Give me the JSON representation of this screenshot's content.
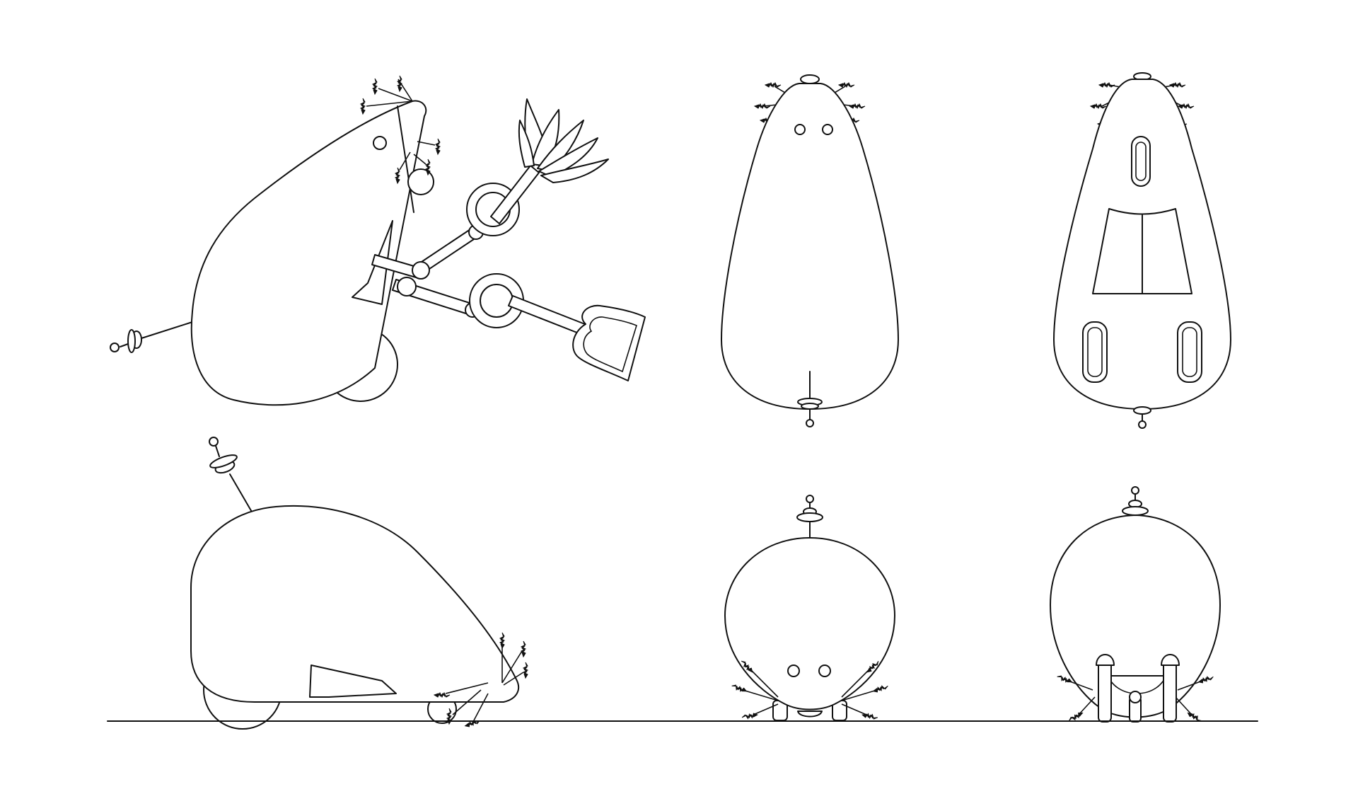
{
  "drawing": {
    "subject": "mole-robot",
    "views": [
      "side-working",
      "top",
      "bottom",
      "side",
      "front",
      "back"
    ],
    "colors": {
      "line": "#111111",
      "background": "#ffffff"
    }
  }
}
